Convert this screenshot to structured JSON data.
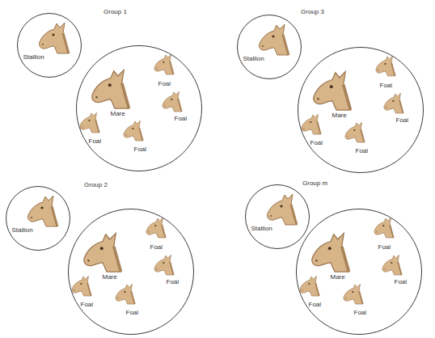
{
  "diagram": {
    "nodes": [
      {
        "text": [
          "Stallion"
        ]
      },
      {
        "text": [
          "Mare",
          "Foal",
          "Foal",
          "Foal",
          "Foal"
        ]
      },
      {
        "text": [
          "Stallion"
        ]
      },
      {
        "text": [
          "Mare",
          "Foal",
          "Foal",
          "Foal",
          "Foal"
        ]
      },
      {
        "text": [
          "Stallion"
        ]
      },
      {
        "text": [
          "Mare",
          "Foal",
          "Foal",
          "Foal",
          "Foal"
        ]
      },
      {
        "text": [
          "Stallion"
        ]
      },
      {
        "text": [
          "Mare",
          "Foal",
          "Foal",
          "Foal",
          "Foal"
        ]
      }
    ],
    "labels": [
      "Group 1",
      "Group 3",
      "Group 2",
      "Group m"
    ]
  }
}
